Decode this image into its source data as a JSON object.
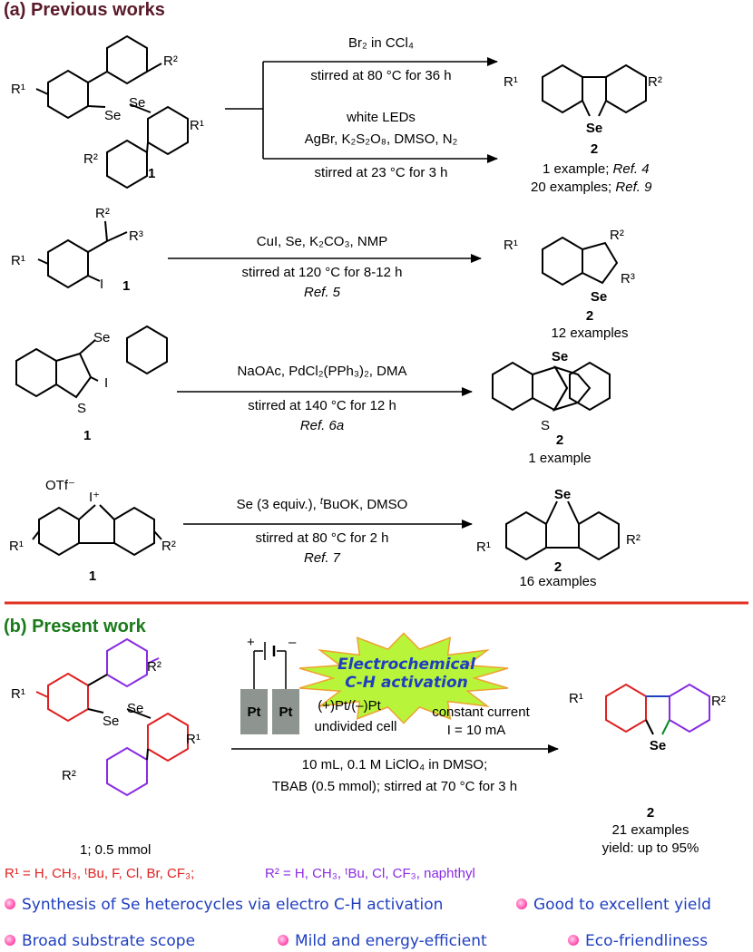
{
  "section_a": {
    "title": "(a) Previous works",
    "scheme1": {
      "reactant_num": "1",
      "cond_top": "Br₂ in CCl₄",
      "cond_top2": "stirred at 80 °C for 36 h",
      "cond_bot1": "white LEDs",
      "cond_bot2": "AgBr, K₂S₂O₈, DMSO, N₂",
      "cond_bot3": "stirred at 23 °C for 3 h",
      "product_num": "2",
      "result1": "1 example; ",
      "ref1": "Ref. 4",
      "result2": "20 examples; ",
      "ref2": "Ref. 9"
    },
    "scheme2": {
      "reactant_num": "1",
      "cond1": "CuI, Se, K₂CO₃, NMP",
      "cond2": "stirred at 120 °C for 8-12 h",
      "ref": "Ref. 5",
      "product_num": "2",
      "result": "12 examples"
    },
    "scheme3": {
      "reactant_num": "1",
      "cond1": "NaOAc, PdCl₂(PPh₃)₂, DMA",
      "cond2": "stirred at 140 °C for 12 h",
      "ref": "Ref. 6a",
      "product_num": "2",
      "result": "1 example"
    },
    "scheme4": {
      "reactant_num": "1",
      "cond1_a": "Se (3 equiv.), ",
      "cond1_t": "t",
      "cond1_b": "BuOK, DMSO",
      "cond2": "stirred at 80 °C for 2 h",
      "ref": "Ref. 7",
      "product_num": "2",
      "result": "16 examples"
    }
  },
  "section_b": {
    "title": "(b) Present work",
    "burst_line1": "Electrochemical",
    "burst_line2": "C-H activation",
    "electrode": "Pt",
    "plus": "+",
    "minus": "–",
    "cell1": "(+)Pt/(–)Pt",
    "cell2": "undivided cell",
    "current1": "constant current",
    "current2": "I = 10 mA",
    "cond1": "10 mL, 0.1 M LiClO₄ in DMSO;",
    "cond2": "TBAB (0.5 mmol); stirred at 70 °C for 3 h",
    "reactant_label": "1; 0.5 mmol",
    "product_num": "2",
    "result1": "21 examples",
    "result2": "yield: up to 95%",
    "r1_def": "R¹ = H, CH₃, ᵗBu, F, Cl, Br, CF₃;",
    "r2_def": "R² = H, CH₃, ᵗBu, Cl, CF₃, naphthyl"
  },
  "highlights": [
    "Synthesis of Se heterocycles via electro C-H activation",
    "Good to excellent yield",
    "Broad substrate scope",
    "Mild and energy-efficient",
    "Eco-friendliness"
  ],
  "atoms": {
    "se": "Se",
    "s": "S",
    "i": "I",
    "r1": "R¹",
    "r2": "R²",
    "r3": "R³",
    "otf": "OTf⁻",
    "iplus": "I⁺"
  },
  "colors": {
    "section_a_title": "#5a1a2a",
    "section_b_title": "#1a7a1a",
    "divider": "#e03020",
    "red_ring": "#e02020",
    "purple_ring": "#8a2be2",
    "highlight_text": "#1f3fbf",
    "bullet": "#ff69b4",
    "burst_fill": "#b8f53a"
  }
}
